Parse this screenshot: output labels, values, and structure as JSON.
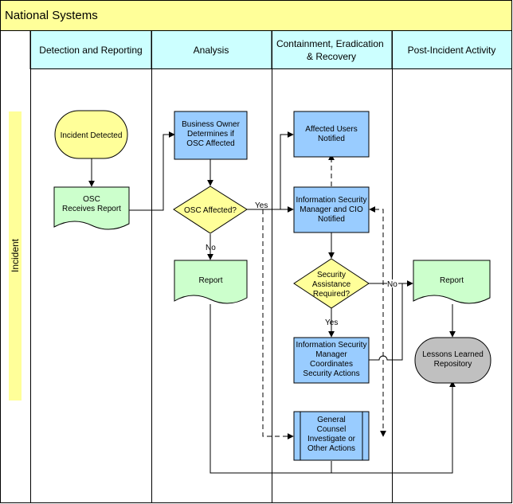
{
  "title": "National Systems",
  "lanes": [
    "Detection and Reporting",
    "Analysis",
    "Containment, Eradication & Recovery",
    "Post-Incident Activity"
  ],
  "row_label": "Incident",
  "nodes": {
    "incident_detected": "Incident Detected",
    "osc_receives_report": "OSC Receives Report",
    "business_owner": "Business Owner Determines if OSC Affected",
    "osc_affected": "OSC Affected?",
    "report_analysis": "Report",
    "affected_users": "Affected Users Notified",
    "iso_cio_notified": "Information Security Manager and CIO Notified",
    "security_assistance": "Security Assistance Required?",
    "iso_coordinates": "Information Security Manager Coordinates Security Actions",
    "general_counsel": "General Counsel Investigate or Other Actions",
    "report_post": "Report",
    "lessons_learned": "Lessons Learned Repository"
  },
  "edge_labels": {
    "yes_1": "Yes",
    "no_1": "No",
    "no_2": "No",
    "yes_2": "Yes"
  },
  "colors": {
    "title_bar": "#FFFF99",
    "lane_header": "#CCFFFF",
    "row_label": "#FFFF99",
    "process": "#99CCFF",
    "document": "#CCFFCC",
    "decision": "#FFFF99",
    "start": "#FFFF99",
    "repository": "#C0C0C0"
  }
}
